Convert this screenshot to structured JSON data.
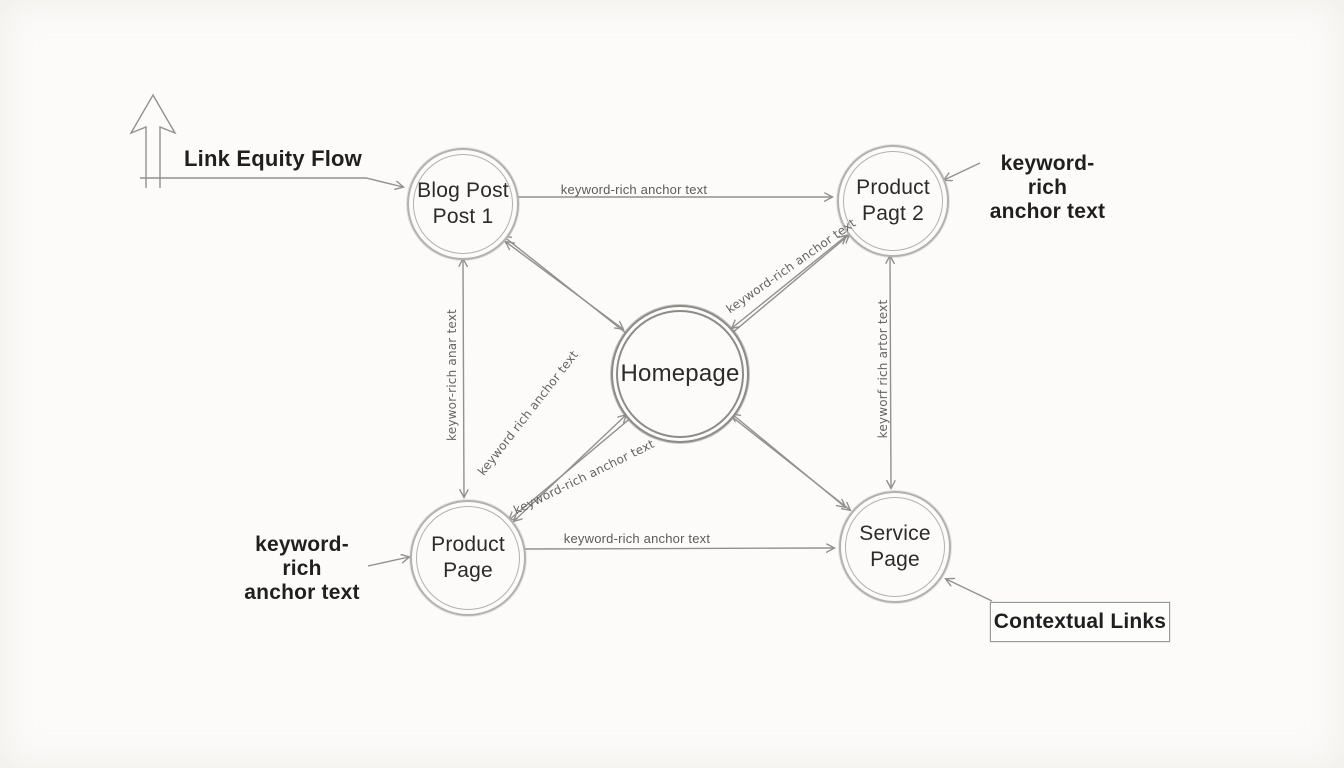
{
  "nodes": {
    "blog_post": {
      "line1": "Blog Post",
      "line2": "Post 1"
    },
    "product_page_2": {
      "line1": "Product",
      "line2": "Pagt 2"
    },
    "homepage": {
      "line1": "Homepage"
    },
    "product_page": {
      "line1": "Product",
      "line2": "Page"
    },
    "service_page": {
      "line1": "Service",
      "line2": "Page"
    }
  },
  "edge_labels": {
    "top_horizontal": "keyword-rich anchor text",
    "bottom_horizontal": "keyword-rich anchor text",
    "left_vertical": "keywor-rich anar text",
    "right_vertical": "keyworf rich artor text",
    "diag_to_product2": "keyword-rich anchor text",
    "diag_center_steep": "keyword rich anchor text",
    "diag_center_low": "keyword-rich anchor text"
  },
  "annotations": {
    "link_equity_flow": "Link Equity Flow",
    "anchor_note_right": {
      "line1": "keyword-rich",
      "line2": "anchor text"
    },
    "anchor_note_left": {
      "line1": "keyword-rich",
      "line2": "anchor text"
    },
    "contextual_links": "Contextual Links"
  },
  "colors": {
    "line": "#929090",
    "ring": "#b3b1ae",
    "ring_dark": "#8d8b88",
    "node_text": "#2b2b2b",
    "label_text": "#5d5b58",
    "background": "#fcfbf9"
  }
}
